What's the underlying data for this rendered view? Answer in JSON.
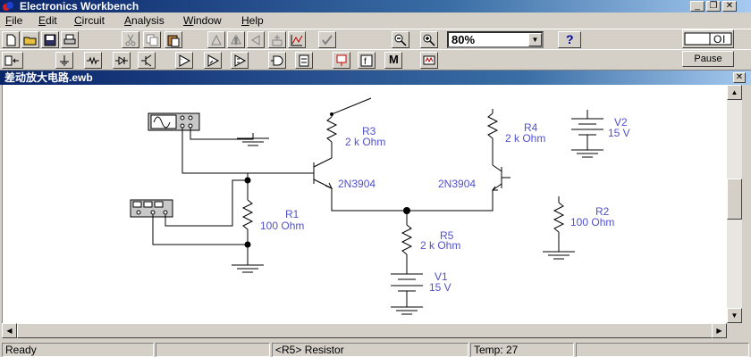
{
  "window": {
    "title": "Electronics Workbench",
    "minimize_label": "_",
    "maximize_label": "❐",
    "close_label": "✕"
  },
  "menu": [
    {
      "key": "F",
      "rest": "ile"
    },
    {
      "key": "E",
      "rest": "dit"
    },
    {
      "key": "C",
      "rest": "ircuit"
    },
    {
      "key": "A",
      "rest": "nalysis"
    },
    {
      "key": "W",
      "rest": "indow"
    },
    {
      "key": "H",
      "rest": "elp"
    }
  ],
  "toolbar": {
    "zoom_value": "80%",
    "help_label": "?",
    "pause_label": "Pause",
    "m_label": "M"
  },
  "document": {
    "title": "差动放大电路.ewb",
    "close_label": "✕"
  },
  "circuit": {
    "r3": {
      "name": "R3",
      "value": "2 k Ohm"
    },
    "r4": {
      "name": "R4",
      "value": "2 k Ohm"
    },
    "r1": {
      "name": "R1",
      "value": "100  Ohm"
    },
    "r2": {
      "name": "R2",
      "value": "100  Ohm"
    },
    "r5": {
      "name": "R5",
      "value": "2 k Ohm"
    },
    "v1": {
      "name": "V1",
      "value": "15 V"
    },
    "v2": {
      "name": "V2",
      "value": "15 V"
    },
    "q1": {
      "model": "2N3904"
    },
    "q2": {
      "model": "2N3904"
    }
  },
  "status": {
    "ready": "Ready",
    "selection": "<R5> Resistor",
    "temp": "Temp:  27"
  },
  "colors": {
    "title_bar": "#0a246a",
    "component_label": "#5050d0",
    "wire": "#000000"
  }
}
